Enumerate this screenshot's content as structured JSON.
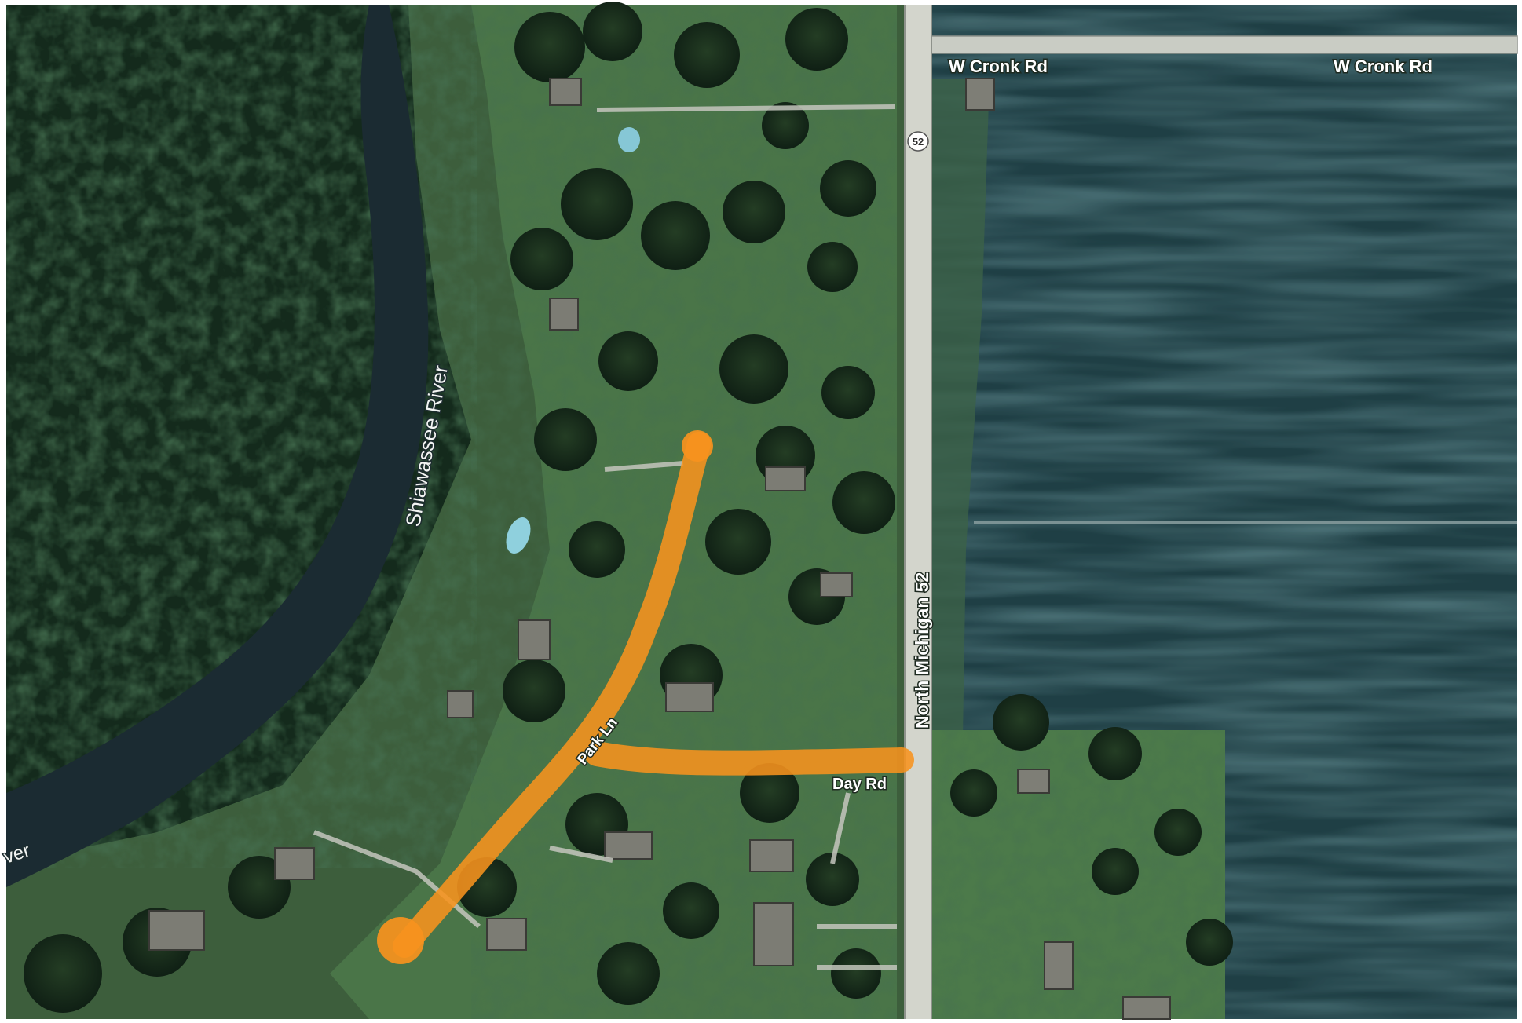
{
  "map": {
    "type": "satellite",
    "labels": {
      "road_cronk_left": "W Cronk Rd",
      "road_cronk_right": "W Cronk Rd",
      "river_main": "Shiawassee River",
      "river_partial": "ver",
      "highway_main": "North Michigan 52",
      "highway_shield": "52",
      "road_park": "Park Ln",
      "road_day": "Day Rd"
    },
    "highlight_color": "#f7931e",
    "colors": {
      "forest": "#14261b",
      "river": "#1b2b32",
      "field": "#1f3f45",
      "grass": "#3f6a40",
      "road": "#c9ccc4"
    }
  }
}
